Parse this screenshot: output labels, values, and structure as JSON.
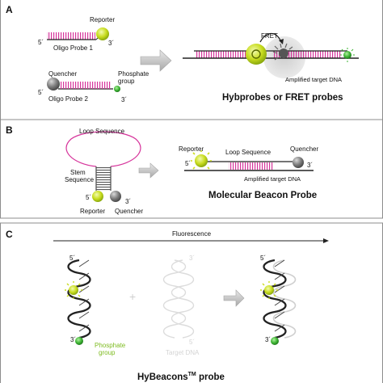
{
  "panel_a": {
    "letter": "A",
    "reporter": "Reporter",
    "probe1": "Oligo Probe 1",
    "quencher": "Quencher",
    "phosphate": "Phosphate",
    "group": "group",
    "probe2": "Oligo Probe 2",
    "five_prime_1": "5´",
    "three_prime_1": "3´",
    "five_prime_2": "5´",
    "three_prime_2": "3´",
    "fret": "FRET",
    "amplified": "Amplified target DNA",
    "title": "Hybprobes or FRET probes"
  },
  "panel_b": {
    "letter": "B",
    "loop": "Loop Sequence",
    "stem_1": "Stem",
    "stem_2": "Sequence",
    "five_prime": "5´",
    "three_prime": "3´",
    "reporter_left": "Reporter",
    "quencher_left": "Quencher",
    "reporter_right": "Reporter",
    "loop_right": "Loop Sequence",
    "quencher_right": "Quencher",
    "five_prime_right": "5´",
    "three_prime_right": "3´",
    "amplified": "Amplified target DNA",
    "title": "Molecular Beacon Probe"
  },
  "panel_c": {
    "letter": "C",
    "fluorescence": "Fluorescence",
    "five_prime_1": "5´",
    "three_prime_1": "3´",
    "plus": "+",
    "five_prime_2": "5´",
    "three_prime_2": "3´",
    "five_prime_3": "5´",
    "three_prime_3": "3´",
    "phosphate": "Phosphate",
    "group": "group",
    "target": "Target DNA",
    "title_main": "HyBeacons",
    "title_tm": "TM",
    "title_end": " probe"
  },
  "colors": {
    "strand": "#d6349b",
    "reporter": "#c8dc1e",
    "quencher": "#7c7c7c",
    "phosphate": "#3fb535",
    "phosphate_label": "#7dbb1f",
    "arrow": "#b8b8b8",
    "panel_border": "#8c8c8c"
  }
}
